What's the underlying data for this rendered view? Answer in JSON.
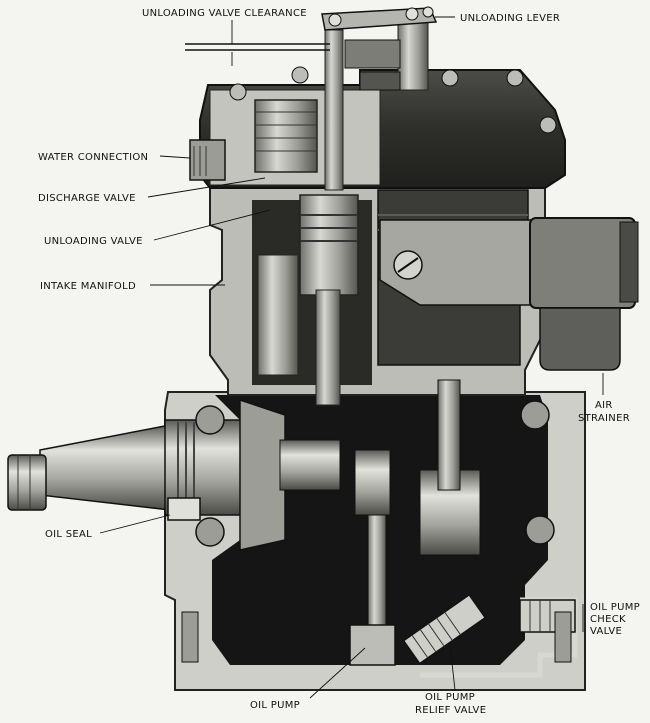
{
  "labels": {
    "unloading_valve_clearance": "UNLOADING VALVE CLEARANCE",
    "unloading_lever": "UNLOADING LEVER",
    "water_connection": "WATER CONNECTION",
    "discharge_valve": "DISCHARGE VALVE",
    "unloading_valve": "UNLOADING VALVE",
    "intake_manifold": "INTAKE MANIFOLD",
    "air_strainer_1": "AIR",
    "air_strainer_2": "STRAINER",
    "oil_seal": "OIL SEAL",
    "oil_pump_check_1": "OIL PUMP",
    "oil_pump_check_2": "CHECK",
    "oil_pump_check_3": "VALVE",
    "oil_pump": "OIL PUMP",
    "oil_pump_relief_1": "OIL PUMP",
    "oil_pump_relief_2": "RELIEF VALVE"
  },
  "colors": {
    "background": "#f4f4f1",
    "casting_light": "#c9c9c4",
    "casting_mid": "#8f8f8a",
    "casting_dark": "#3e3e3b",
    "cavity_black": "#161616"
  }
}
